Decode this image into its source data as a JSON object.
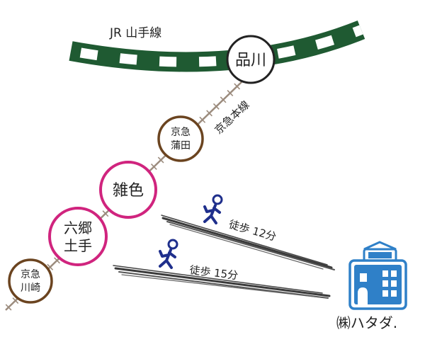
{
  "jr_line": {
    "label": "JR 山手線",
    "color": "#1f5a32"
  },
  "keikyu_line": {
    "label": "京急本線",
    "color": "#9c8c7e"
  },
  "stations": {
    "shinagawa": {
      "name": "品川",
      "ring_color": "#222222"
    },
    "kamata": {
      "line1": "京急",
      "line2": "蒲田",
      "ring_color": "#6b4420"
    },
    "zoshiki": {
      "name": "雑色",
      "ring_color": "#d0247e"
    },
    "rokugo": {
      "line1": "六郷",
      "line2": "土手",
      "ring_color": "#d0247e"
    },
    "kawasaki": {
      "line1": "京急",
      "line2": "川崎",
      "ring_color": "#6b4420"
    }
  },
  "walks": [
    {
      "label": "徒歩 12分",
      "color": "#1f2f8c"
    },
    {
      "label": "徒歩 15分",
      "color": "#1f2f8c"
    }
  ],
  "destination": {
    "label": "㈱ハタダ.",
    "color": "#2f80c8",
    "icon": "office-building-icon"
  }
}
